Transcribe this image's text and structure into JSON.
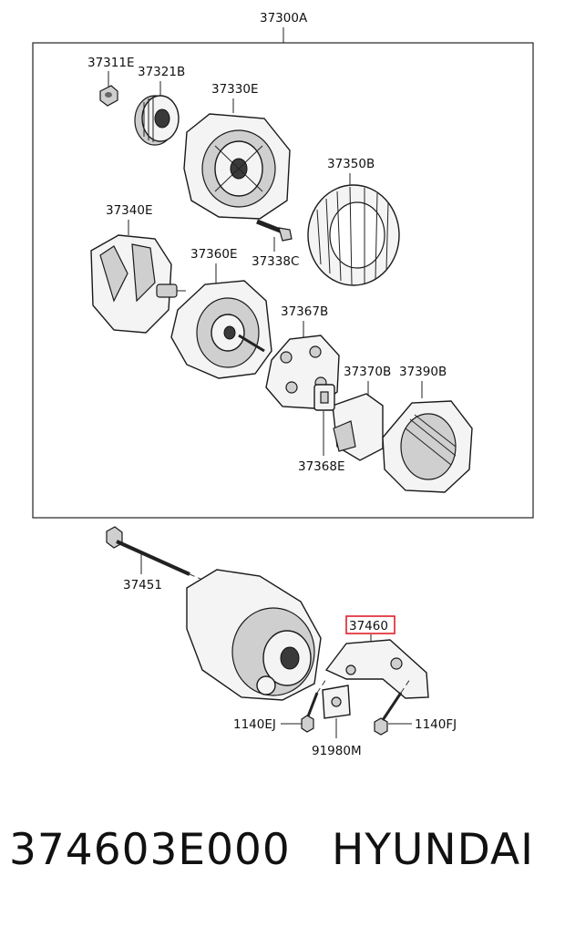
{
  "diagram": {
    "assembly_label": "37300A",
    "highlight_color": "#e0202a",
    "labels": {
      "nut": "37311E",
      "pulley": "37321B",
      "front_bracket": "37330E",
      "stator": "37350B",
      "rotor": "37340E",
      "bolt_stud": "37338C",
      "rear_bracket": "37360E",
      "rectifier": "37367B",
      "regulator": "37370B",
      "cover": "37390B",
      "brush_holder": "37368E",
      "long_bolt": "37451",
      "mount_bracket": "37460",
      "bolt_left": "1140EJ",
      "bolt_right": "1140FJ",
      "clip": "91980M"
    }
  },
  "footer": {
    "part_number": "374603E000",
    "brand": "HYUNDAI"
  }
}
